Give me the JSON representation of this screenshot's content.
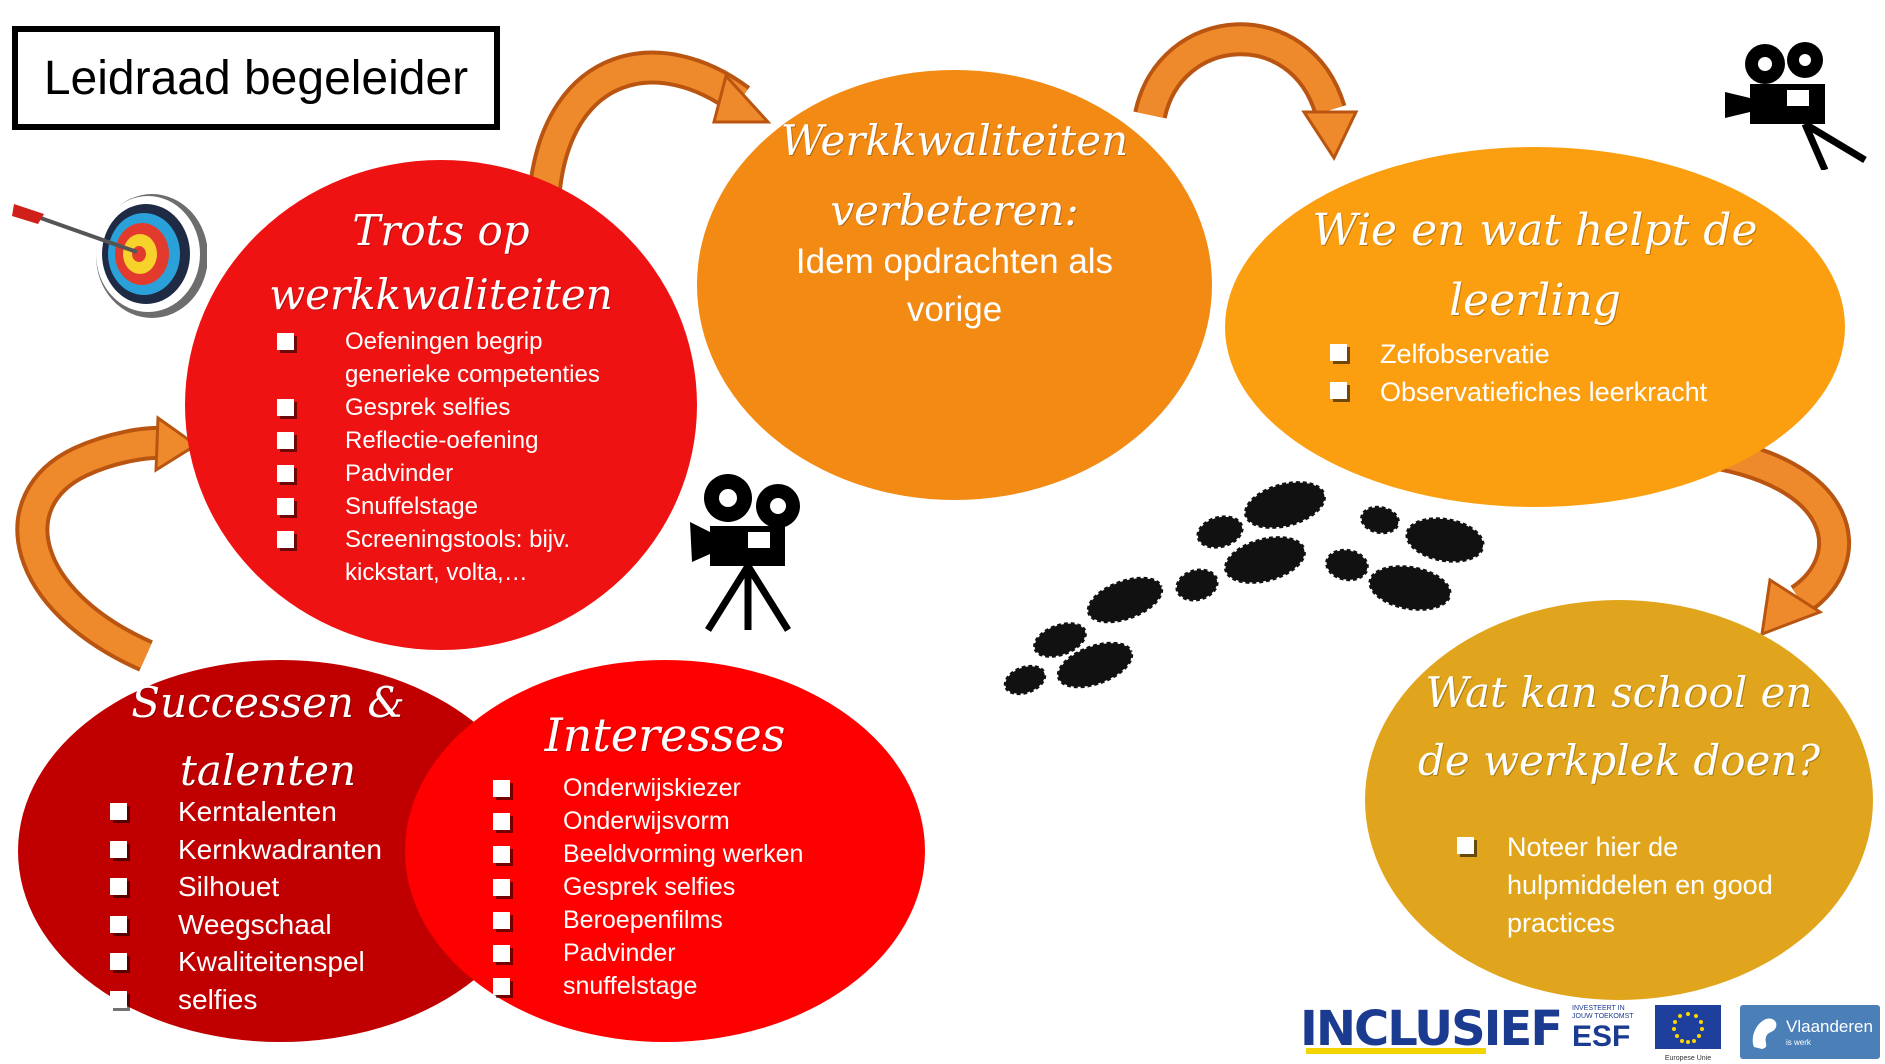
{
  "title": "Leidraad begeleider",
  "nodes": {
    "trots": {
      "title_line1": "Trots op",
      "title_line2": "werkkwaliteiten",
      "items": [
        "Oefeningen begrip generieke competenties",
        "Gesprek selfies",
        "Reflectie-oefening",
        "Padvinder",
        "Snuffelstage",
        "Screeningstools: bijv. kickstart, volta,…"
      ]
    },
    "werkkwaliteiten": {
      "title_line1": "Werkkwaliteiten",
      "title_line2": "verbeteren:",
      "body_line1": "Idem opdrachten als",
      "body_line2": "vorige"
    },
    "wie": {
      "title_line1": "Wie en wat helpt de",
      "title_line2": "leerling",
      "items": [
        "Zelfobservatie",
        "Observatiefiches leerkracht"
      ]
    },
    "school": {
      "title_line1": "Wat kan school en",
      "title_line2": "de werkplek doen?",
      "items": [
        "Noteer hier de hulpmiddelen en good practices"
      ]
    },
    "successen": {
      "title_line1": "Successen &",
      "title_line2": "talenten",
      "items": [
        "Kerntalenten",
        "Kernkwadranten",
        "Silhouet",
        "Weegschaal",
        "Kwaliteitenspel",
        "selfies"
      ]
    },
    "interesses": {
      "title": "Interesses",
      "items": [
        "Onderwijskiezer",
        "Onderwijsvorm",
        "Beeldvorming werken",
        "Gesprek selfies",
        "Beroepenfilms",
        "Padvinder",
        "snuffelstage"
      ]
    }
  },
  "logos": {
    "inclusief": "INCLUSIEF",
    "esf_small1": "INVESTEERT IN",
    "esf_small2": "JOUW TOEKOMST",
    "esf": "ESF",
    "eu": "Europese Unie",
    "vlaanderen": "Vlaanderen",
    "vlaanderen_sub": "is werk"
  },
  "colors": {
    "trots": "#ee1212",
    "werkkwaliteiten": "#f28a14",
    "wie": "#fb9e10",
    "school": "#e0a51c",
    "successen": "#c00000",
    "interesses": "#ff0000",
    "arrow": "#ee7f1e"
  },
  "icons": [
    "target-icon",
    "camera-icon",
    "camera-icon",
    "footprints-icon"
  ]
}
